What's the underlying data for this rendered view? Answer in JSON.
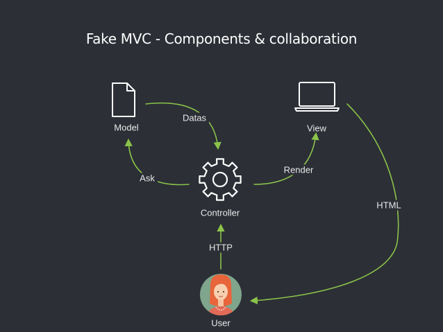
{
  "slide": {
    "title": "Fake MVC - Components & collaboration"
  },
  "nodes": {
    "model": {
      "label": "Model",
      "icon": "document-icon"
    },
    "view": {
      "label": "View",
      "icon": "laptop-icon"
    },
    "controller": {
      "label": "Controller",
      "icon": "gear-icon"
    },
    "user": {
      "label": "User",
      "icon": "user-avatar-icon"
    }
  },
  "edges": {
    "datas": "Datas",
    "ask": "Ask",
    "render": "Render",
    "http": "HTTP",
    "html": "HTML"
  },
  "colors": {
    "background": "#2c2f36",
    "arrow": "#8bc34a",
    "icon": "#ffffff",
    "text": "#e8e8e8",
    "avatar_circle": "#7fa58c",
    "avatar_hair": "#e8643a",
    "avatar_body": "#e26a56"
  }
}
